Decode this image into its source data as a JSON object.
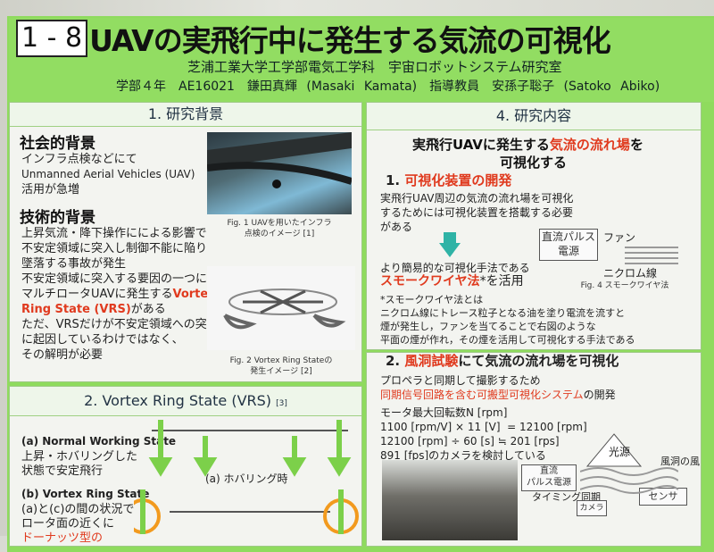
{
  "header": {
    "number": "1 - 8",
    "title": "UAVの実飛行中に発生する気流の可視化",
    "affiliation": "芝浦工業大学工学部電気工学科　宇宙ロボットシステム研究室",
    "authors": "学部４年　AE16021　鎌田真輝 (Masaki Kamata)　指導教員　安孫子聡子 (Satoko Abiko)"
  },
  "sec1": {
    "heading": "1. 研究背景",
    "social_h": "社会的背景",
    "social_1": "インフラ点検などにて",
    "social_2": "Unmanned Aerial Vehicles (UAV)",
    "social_3": "活用が急増",
    "tech_h": "技術的背景",
    "tech_1": "上昇気流・降下操作にによる影響で",
    "tech_2": "不安定領域に突入し制御不能に陥り",
    "tech_3": "墜落する事故が発生",
    "p1": "不安定領域に突入する要因の一つに",
    "p2a": "マルチロータUAVに発生する",
    "p2b": "Vortex",
    "p3a": "Ring State (VRS)",
    "p3b": "がある",
    "p4": "ただ、VRSだけが不安定領域への突入",
    "p5": "に起因しているわけではなく、",
    "p6": "その解明が必要",
    "fig1_1": "Fig. 1 UAVを用いたインフラ",
    "fig1_2": "点検のイメージ [1]",
    "fig2_1": "Fig. 2 Vortex Ring Stateの",
    "fig2_2": "発生イメージ [2]"
  },
  "sec2": {
    "heading": "2. Vortex Ring State (VRS)",
    "ref": "[3]",
    "a_h": "(a) Normal Working State",
    "a_1": "上昇・ホバリングした",
    "a_2": "状態で安定飛行",
    "a_label": "(a) ホバリング時",
    "b_h": "(b) Vortex Ring State",
    "b_1": "(a)と(c)の間の状況で",
    "b_2": "ロータ面の近くに",
    "b_3": "ドーナッツ型の"
  },
  "sec4": {
    "heading": "4. 研究内容",
    "goal_1a": "実飛行UAVに発生する",
    "goal_1b": "気流の流れ場",
    "goal_1c": "を",
    "goal_2": "可視化する",
    "s1_h_a": "1. ",
    "s1_h_b": "可視化装置の開発",
    "s1_1": "実飛行UAV周辺の気流の流れ場を可視化",
    "s1_2": "するためには可視化装置を搭載する必要",
    "s1_3": "がある",
    "s1_4": "より簡易的な可視化手法である",
    "s1_5a": "スモークワイヤ法",
    "s1_5b": "*を活用",
    "s1_6": "*スモークワイヤ法とは",
    "s1_7": "ニクロム線にトレース粒子となる油を塗り電流を流すと",
    "s1_8": "煙が発生し，ファンを当てることで右図のような",
    "s1_9": "平面の煙が作れ，その煙を活用して可視化する手法である",
    "box_psu": "直流パルス\n電源",
    "box_fan": "ファン",
    "nichrome": "ニクロム線",
    "fig4": "Fig. 4 スモークワイヤ法",
    "s2_h_a": "2. ",
    "s2_h_b": "風洞試験",
    "s2_h_c": "にて気流の流れ場を可視化",
    "s2_1": "プロペラと同期して撮影するため",
    "s2_2": "同期信号回路を含む可搬型可視化システム",
    "s2_2b": "の開発",
    "s2_3": "モータ最大回転数N [rpm]",
    "s2_4": "1100 [rpm/V] × 11 [V]  = 12100 [rpm]",
    "s2_5": "12100 [rpm] ÷ 60 [s] ≒ 201 [rps]",
    "s2_6": "891 [fps]のカメラを検討している",
    "d_psu": "直流\nパルス電源",
    "d_sync": "タイミング同期",
    "d_cam": "カメラ",
    "d_light": "光源",
    "d_sensor": "センサ",
    "d_wind": "風洞の風"
  }
}
